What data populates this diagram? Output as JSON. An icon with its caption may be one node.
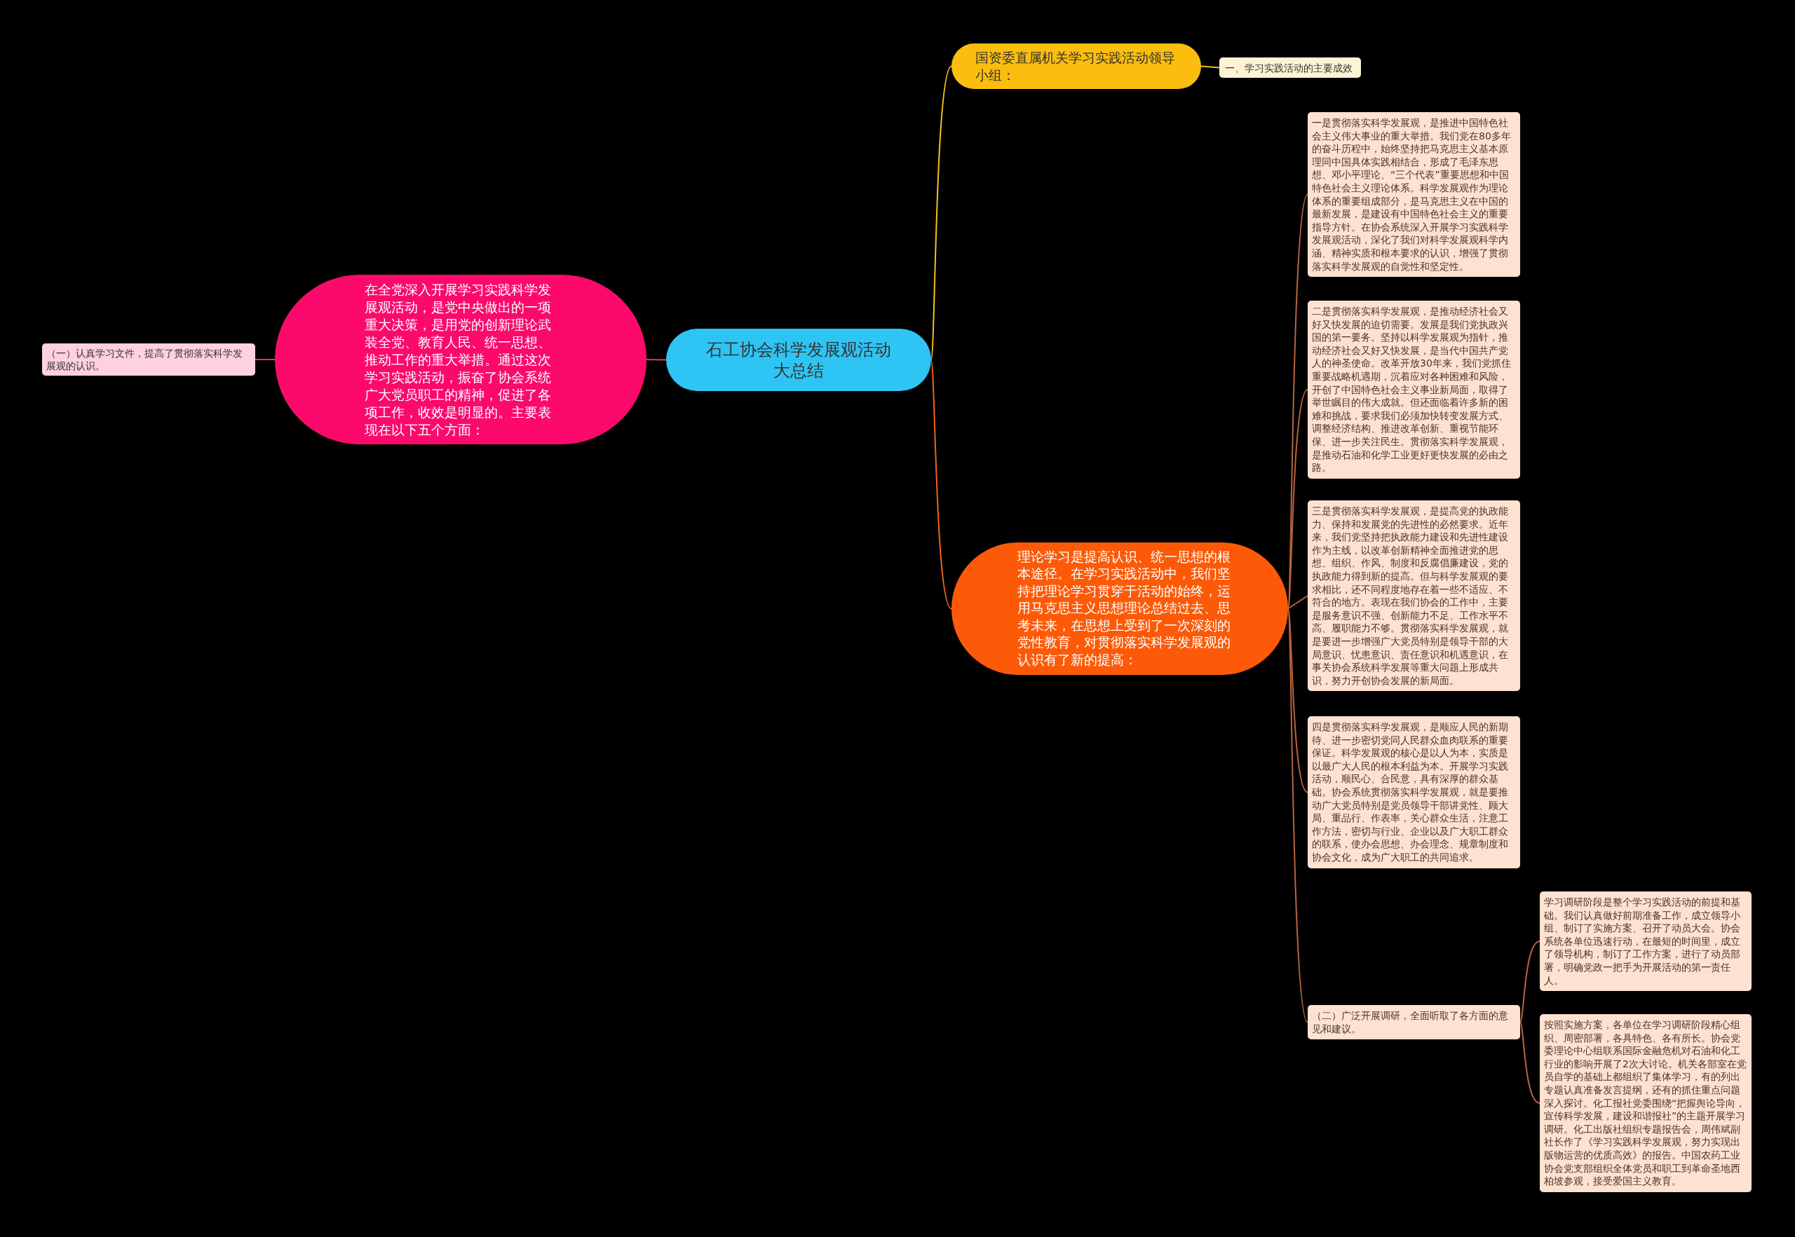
{
  "diagram": {
    "nodes": [
      {
        "text": [
          "石工协会科学发展观活动大总结"
        ]
      },
      {
        "text": [
          "在全党深入开展学习实践科学发展观活动，是党中央做出的一项重大决策，是用党的创新理论武装全党、教育人民、统一思想、推动工作的重大举措。通过这次学习实践活动，振奋了协会系统广大党员职工的精神，促进了各项工作，收效是明显的。主要表现在以下五个方面："
        ]
      },
      {
        "text": [
          "（一）认真学习文件，提高了贯彻落实科学发展观的认识。"
        ]
      },
      {
        "text": [
          "国资委直属机关学习实践活动领导小组："
        ]
      },
      {
        "text": [
          "一、学习实践活动的主要成效"
        ]
      },
      {
        "text": [
          "理论学习是提高认识、统一思想的根本途径。在学习实践活动中，我们坚持把理论学习贯穿于活动的始终，运用马克思主义思想理论总结过去、思考未来，在思想上受到了一次深刻的党性教育，对贯彻落实科学发展观的认识有了新的提高："
        ]
      },
      {
        "text": [
          "一是贯彻落实科学发展观，是推进中国特色社会主义伟大事业的重大举措。我们党在80多年的奋斗历程中，始终坚持把马克思主义基本原理同中国具体实践相结合，形成了毛泽东思想、邓小平理论、“三个代表”重要思想和中国特色社会主义理论体系。科学发展观作为理论体系的重要组成部分，是马克思主义在中国的最新发展，是建设有中国特色社会主义的重要指导方针。在协会系统深入开展学习实践科学发展观活动，深化了我们对科学发展观科学内涵、精神实质和根本要求的认识，增强了贯彻落实科学发展观的自觉性和坚定性。"
        ]
      },
      {
        "text": [
          "二是贯彻落实科学发展观，是推动经济社会又好又快发展的迫切需要。发展是我们党执政兴国的第一要务。坚持以科学发展观为指针，推动经济社会又好又快发展，是当代中国共产党人的神圣使命。改革开放30年来，我们党抓住重要战略机遇期，沉着应对各种困难和风险，开创了中国特色社会主义事业新局面，取得了举世瞩目的伟大成就。但还面临着许多新的困难和挑战，要求我们必须加快转变发展方式、调整经济结构、推进改革创新、重视节能环保、进一步关注民生。贯彻落实科学发展观，是推动石油和化学工业更好更快发展的必由之路。"
        ]
      },
      {
        "text": [
          "三是贯彻落实科学发展观，是提高党的执政能力、保持和发展党的先进性的必然要求。近年来，我们党坚持把执政能力建设和先进性建设作为主线，以改革创新精神全面推进党的思想、组织、作风、制度和反腐倡廉建设，党的执政能力得到新的提高。但与科学发展观的要求相比，还不同程度地存在着一些不适应、不符合的地方。表现在我们协会的工作中，主要是服务意识不强、创新能力不足、工作水平不高、履职能力不够。贯彻落实科学发展观，就是要进一步增强广大党员特别是领导干部的大局意识、忧患意识、责任意识和机遇意识，在事关协会系统科学发展等重大问题上形成共识，努力开创协会发展的新局面。"
        ]
      },
      {
        "text": [
          "四是贯彻落实科学发展观，是顺应人民的新期待、进一步密切党同人民群众血肉联系的重要保证。科学发展观的核心是以人为本，实质是以最广大人民的根本利益为本。开展学习实践活动，顺民心、合民意，具有深厚的群众基础。协会系统贯彻落实科学发展观，就是要推动广大党员特别是党员领导干部讲党性、顾大局、重品行、作表率，关心群众生活，注意工作方法，密切与行业、企业以及广大职工群众的联系，使办会思想、办会理念、规章制度和协会文化，成为广大职工的共同追求。"
        ]
      },
      {
        "text": [
          "（二）广泛开展调研，全面听取了各方面的意见和建议。"
        ]
      },
      {
        "text": [
          "学习调研阶段是整个学习实践活动的前提和基础。我们认真做好前期准备工作，成立领导小组、制订了实施方案、召开了动员大会。协会系统各单位迅速行动，在最短的时间里，成立了领导机构，制订了工作方案，进行了动员部署，明确党政一把手为开展活动的第一责任人。"
        ]
      },
      {
        "text": [
          "按照实施方案，各单位在学习调研阶段精心组织、周密部署，各具特色、各有所长。协会党委理论中心组联系国际金融危机对石油和化工行业的影响开展了2次大讨论。机关各部室在党员自学的基础上都组织了集体学习，有的列出专题认真准备发言提纲，还有的抓住重点问题深入探讨。化工报社党委围绕“把握舆论导向，宣传科学发展，建设和谐报社”的主题开展学习调研。化工出版社组织专题报告会，周伟斌副社长作了《学习实践科学发展观，努力实现出版物运营的优质高效》的报告。中国农药工业协会党支部组织全体党员和职工到革命圣地西柏坡参观，接受爱国主义教育。"
        ]
      }
    ],
    "edges": [
      {
        "from": 0,
        "to": 1,
        "arrow": "none",
        "color": "#e8306e"
      },
      {
        "from": 1,
        "to": 2,
        "arrow": "none",
        "color": "#e8306e"
      },
      {
        "from": 0,
        "to": 3,
        "arrow": "none",
        "color": "#f5c21b"
      },
      {
        "from": 3,
        "to": 4,
        "arrow": "none",
        "color": "#f5c21b"
      },
      {
        "from": 0,
        "to": 5,
        "arrow": "none",
        "color": "#f0651e"
      },
      {
        "from": 5,
        "to": 6,
        "arrow": "none"
      },
      {
        "from": 5,
        "to": 7,
        "arrow": "none"
      },
      {
        "from": 5,
        "to": 8,
        "arrow": "none"
      },
      {
        "from": 5,
        "to": 9,
        "arrow": "none"
      },
      {
        "from": 5,
        "to": 10,
        "arrow": "none"
      },
      {
        "from": 10,
        "to": 11,
        "arrow": "none"
      },
      {
        "from": 10,
        "to": 12,
        "arrow": "none"
      }
    ]
  }
}
